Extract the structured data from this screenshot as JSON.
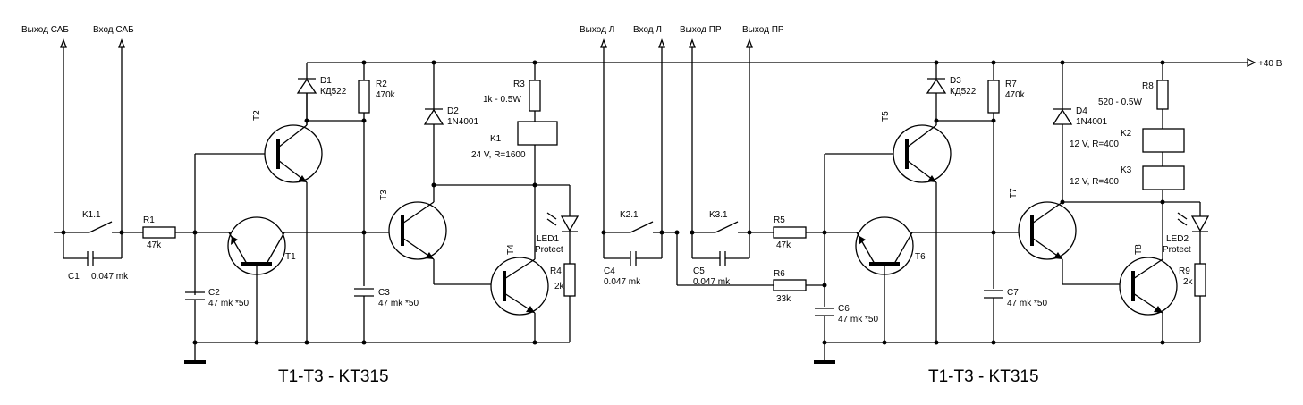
{
  "terminals": {
    "out_sab": "Выход САБ",
    "in_sab": "Вход САБ",
    "out_l": "Выход Л",
    "in_l": "Вход Л",
    "out_pr1": "Выход ПР",
    "out_pr2": "Выход ПР",
    "supply": "+40 В"
  },
  "left": {
    "k11": "K1.1",
    "r1": "R1",
    "r1v": "47k",
    "c1": "C1",
    "c1v": "0.047 mk",
    "c2": "C2",
    "c2v": "47 mk *50",
    "t1": "T1",
    "t2": "T2",
    "t3": "T3",
    "t4": "T4",
    "d1": "D1",
    "d1v": "КД522",
    "r2": "R2",
    "r2v": "470k",
    "c3": "C3",
    "c3v": "47 mk *50",
    "d2": "D2",
    "d2v": "1N4001",
    "r3": "R3",
    "r3v": "1k - 0.5W",
    "k1": "K1",
    "k1v": "24 V, R=1600",
    "led": "LED1",
    "ledv": "Protect",
    "r4": "R4",
    "r4v": "2k",
    "caption": "T1-T3 - KT315"
  },
  "mid": {
    "k21": "K2.1",
    "c4": "C4",
    "c4v": "0.047 mk",
    "k31": "K3.1",
    "c5": "C5",
    "c5v": "0.047 mk",
    "r5": "R5",
    "r5v": "47k",
    "r6": "R6",
    "r6v": "33k"
  },
  "right": {
    "c6": "C6",
    "c6v": "47 mk *50",
    "t5": "T5",
    "t6": "T6",
    "t7": "T7",
    "t8": "T8",
    "d3": "D3",
    "d3v": "КД522",
    "r7": "R7",
    "r7v": "470k",
    "c7": "C7",
    "c7v": "47 mk *50",
    "d4": "D4",
    "d4v": "1N4001",
    "r8": "R8",
    "r8v": "520 - 0.5W",
    "k2": "K2",
    "k2v": "12 V, R=400",
    "k3": "K3",
    "k3v": "12 V, R=400",
    "led": "LED2",
    "ledv": "Protect",
    "r9": "R9",
    "r9v": "2k",
    "caption": "T1-T3 - KT315"
  }
}
